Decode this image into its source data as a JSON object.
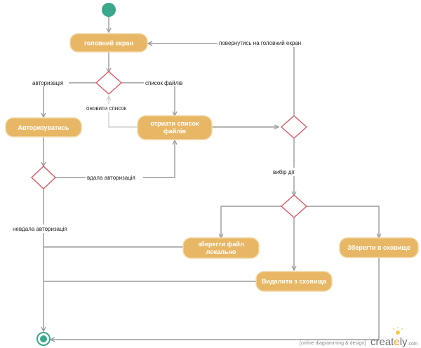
{
  "actions": {
    "main_screen": "головний екран",
    "authorize": "Авторизуватись",
    "get_list_line1": "отриати список",
    "get_list_line2": "файлів",
    "save_local_line1": "зберегти файл",
    "save_local_line2": "локально",
    "save_storage": "Зберегти в сховище",
    "delete_storage": "Видалити з сховища"
  },
  "edge_labels": {
    "back_to_main": "повернутись на головний екран",
    "authorization": "авторизація",
    "file_list": "список файлів",
    "refresh_list": "оновити список",
    "auth_success": "вдала авторизація",
    "choose_action": "вибір дії",
    "auth_failed": "невдала авторизація"
  },
  "watermark": {
    "tagline": "[online diagramming & design]",
    "brand_prefix": "creat",
    "brand_accent": "e",
    "brand_suffix": "ly",
    "brand_tld": ".com"
  },
  "colors": {
    "start_node": "#3aa88a",
    "action_fill": "#e8b765",
    "decision_stroke": "#e0505e",
    "connector": "#9a9a9a",
    "end_node": "#3aa88a"
  }
}
